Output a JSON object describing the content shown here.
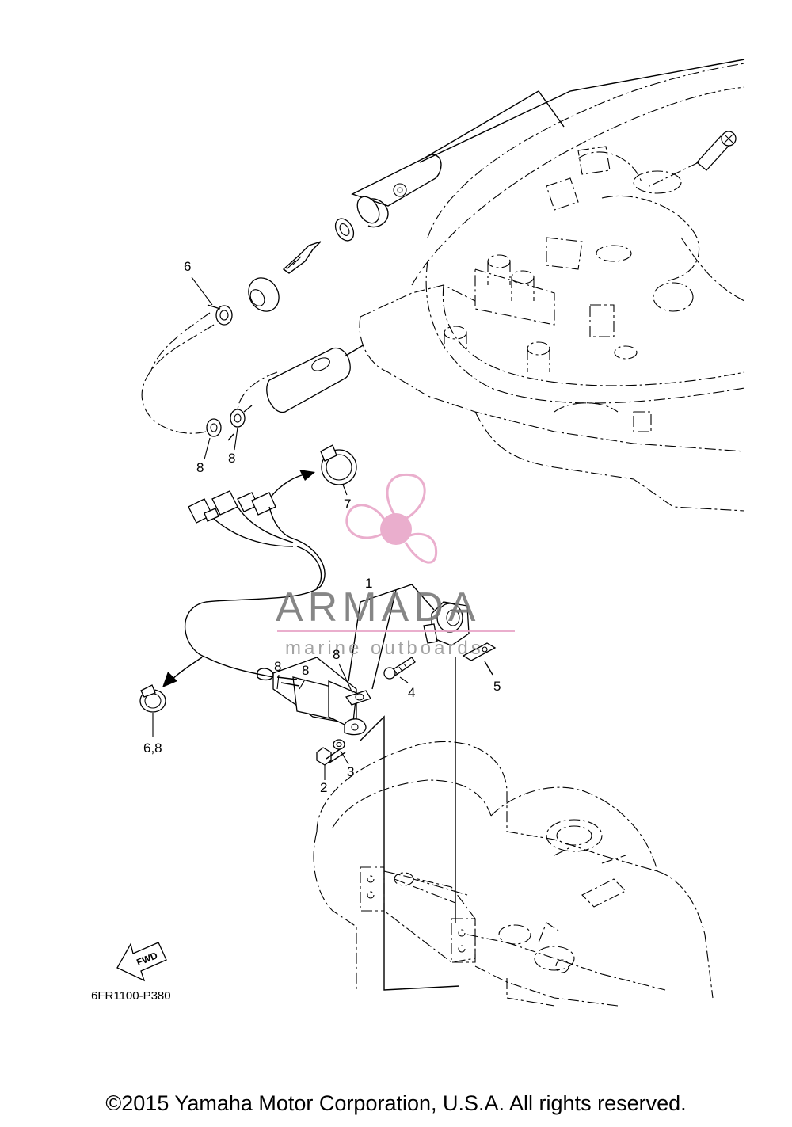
{
  "diagram": {
    "reference_code": "6FR1100-P380",
    "fwd_label": "FWD",
    "callouts": [
      {
        "id": "c6-top",
        "label": "6"
      },
      {
        "id": "c8-left",
        "label": "8"
      },
      {
        "id": "c8-right",
        "label": "8"
      },
      {
        "id": "c7",
        "label": "7"
      },
      {
        "id": "c1",
        "label": "1"
      },
      {
        "id": "c8-a",
        "label": "8"
      },
      {
        "id": "c8-b",
        "label": "8"
      },
      {
        "id": "c8-c",
        "label": "8"
      },
      {
        "id": "c4",
        "label": "4"
      },
      {
        "id": "c5",
        "label": "5"
      },
      {
        "id": "c68",
        "label": "6,8"
      },
      {
        "id": "c2",
        "label": "2"
      },
      {
        "id": "c3",
        "label": "3"
      }
    ]
  },
  "watermark": {
    "brand": "ARMADA",
    "tagline": "marine outboards",
    "accent_color": "#e8a6c8",
    "line_color": "#e8a6c8"
  },
  "footer": {
    "copyright": "©2015 Yamaha Motor Corporation, U.S.A. All rights reserved."
  }
}
